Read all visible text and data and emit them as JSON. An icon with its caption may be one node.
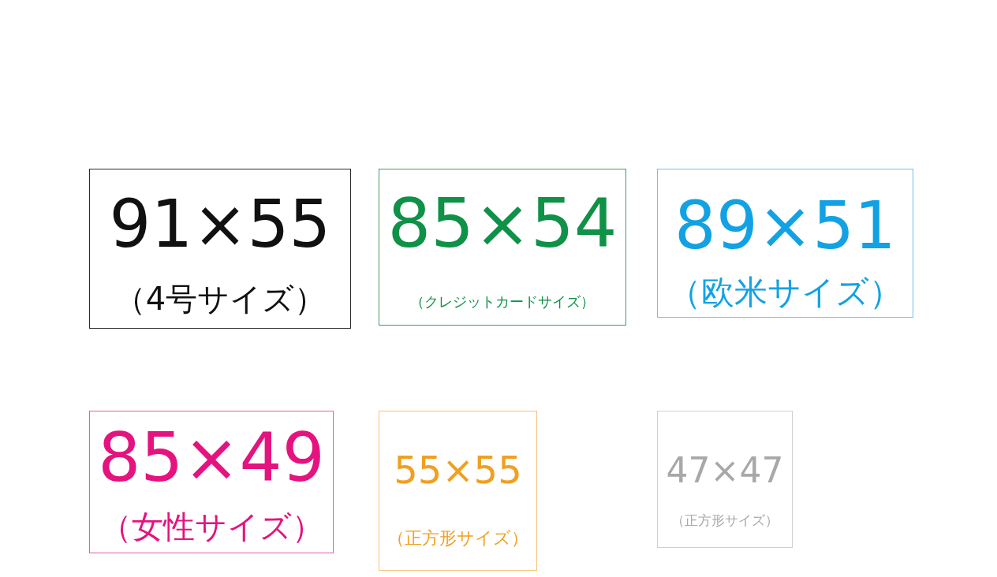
{
  "diagram": {
    "nodes": [
      {
        "text": [
          "91×55",
          "（4号サイズ）"
        ]
      },
      {
        "text": [
          "85×54",
          "（クレジットカードサイズ）"
        ]
      },
      {
        "text": [
          "89×51",
          "（欧米サイズ）"
        ]
      },
      {
        "text": [
          "85×49",
          "（女性サイズ）"
        ]
      },
      {
        "text": [
          "55×55",
          "（正方形サイズ）"
        ]
      },
      {
        "text": [
          "47×47",
          "（正方形サイズ）"
        ]
      }
    ]
  }
}
